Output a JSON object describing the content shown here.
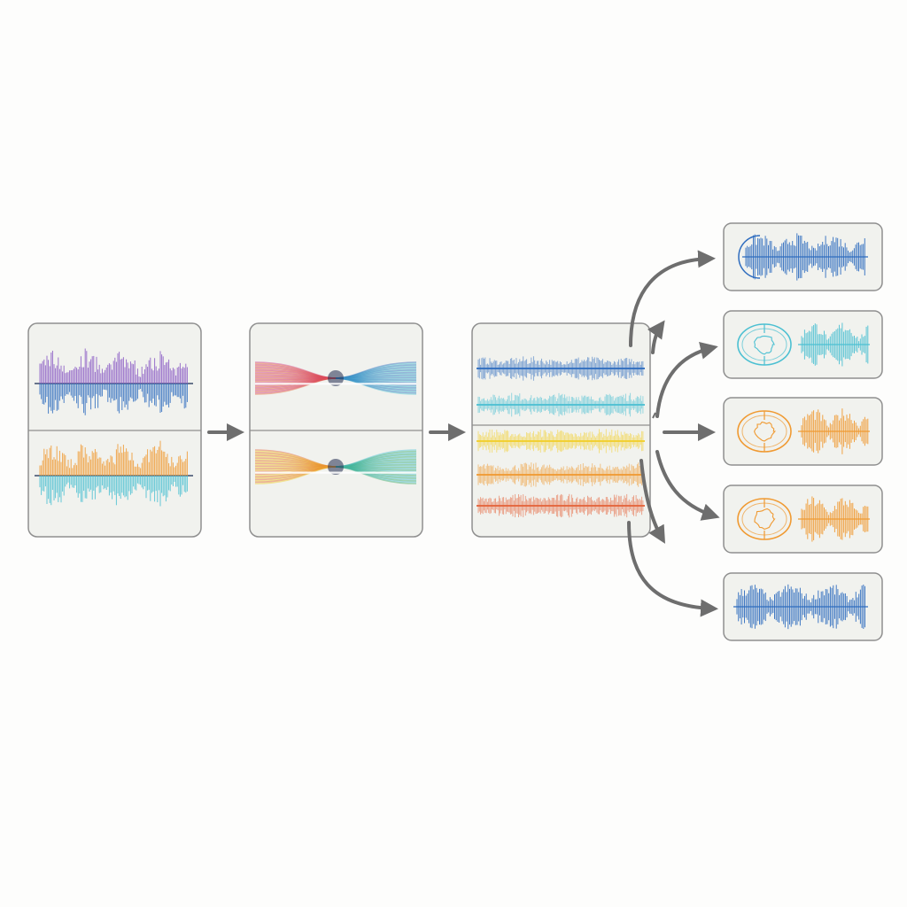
{
  "colors": {
    "panel_fill": "#f1f2ee",
    "panel_stroke": "#8f8f8f",
    "arrow": "#6e6e6e",
    "blue": "#2f6dbf",
    "cyan": "#4cc0d2",
    "yellow": "#f2cf2a",
    "orange": "#f09a32",
    "red": "#e5633a",
    "purple": "#8a5bc4",
    "magenta": "#d2357e",
    "green": "#3faa67"
  },
  "stages": [
    {
      "id": "input-mixtures",
      "rows": [
        {
          "kind": "waveform",
          "top": "purple",
          "bottom": "blue"
        },
        {
          "kind": "waveform",
          "top": "orange",
          "bottom": "cyan"
        }
      ]
    },
    {
      "id": "crossing-spectra",
      "rows": [
        {
          "kind": "crossing",
          "from": [
            "magenta",
            "red"
          ],
          "to": [
            "cyan",
            "blue"
          ]
        },
        {
          "kind": "crossing",
          "from": [
            "red",
            "yellow"
          ],
          "to": [
            "green",
            "cyan"
          ]
        }
      ]
    },
    {
      "id": "separated-bands",
      "bands": [
        "blue",
        "cyan",
        "yellow",
        "orange",
        "red"
      ]
    }
  ],
  "outputs": [
    {
      "id": "output-1",
      "emblem": true,
      "emblem_color": "blue",
      "wave_color": "blue",
      "wave_style": "dense"
    },
    {
      "id": "output-2",
      "emblem": true,
      "emblem_color": "cyan",
      "wave_color": "cyan",
      "wave_style": "burst"
    },
    {
      "id": "output-3",
      "emblem": true,
      "emblem_color": "orange",
      "wave_color": "orange",
      "wave_style": "burst"
    },
    {
      "id": "output-4",
      "emblem": true,
      "emblem_color": "orange",
      "wave_color": "orange",
      "wave_style": "burst"
    },
    {
      "id": "output-5",
      "emblem": false,
      "emblem_color": "blue",
      "wave_color": "blue",
      "wave_style": "dense"
    }
  ]
}
